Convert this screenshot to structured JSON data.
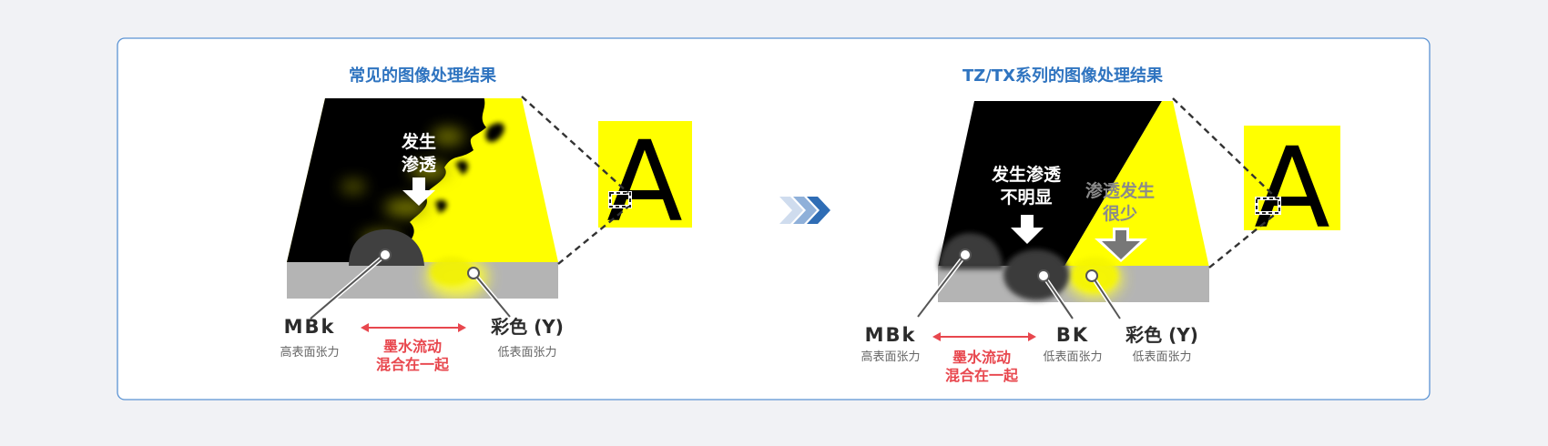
{
  "colors": {
    "background": "#f1f2f5",
    "panel_border": "#5b93d3",
    "title_blue": "#2f74c0",
    "accent_red": "#e8474e",
    "ink_yellow": "#ffff00",
    "black_ink": "#000000",
    "substrate_gray": "#b4b4b4",
    "label_dark": "#2b2b2b",
    "label_gray": "#666666"
  },
  "left": {
    "title": "常见的图像处理结果",
    "penetration_label_line1": "发生",
    "penetration_label_line2": "渗透",
    "mbk_label": "MBk",
    "mbk_sub": "高表面张力",
    "mix_label_line1": "墨水流动",
    "mix_label_line2": "混合在一起",
    "color_label": "彩色 (Y)",
    "color_sub": "低表面张力",
    "zoom_letter": "A"
  },
  "right": {
    "title": "TZ/TX系列的图像处理结果",
    "penetration_label_line1": "发生渗透",
    "penetration_label_line2": "不明显",
    "gray_label_line1": "渗透发生",
    "gray_label_line2": "很少",
    "mbk_label": "MBk",
    "mbk_sub": "高表面张力",
    "mix_label_line1": "墨水流动",
    "mix_label_line2": "混合在一起",
    "bk_label": "BK",
    "bk_sub": "低表面张力",
    "color_label": "彩色 (Y)",
    "color_sub": "低表面张力",
    "zoom_letter": "A"
  },
  "icons": {
    "transition_arrow": "triple-chevron-right-icon",
    "down_arrow": "down-arrow-icon",
    "double_arrow": "double-headed-arrow-icon"
  }
}
